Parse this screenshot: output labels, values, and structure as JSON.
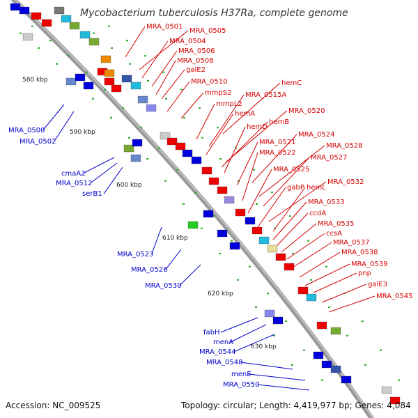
{
  "title": "Mycobacterium tuberculosis H37Ra, complete genome",
  "footer": {
    "accession": "Accession: NC_009525",
    "summary": "Topology: circular; Length: 4,419,977 bp; Genes: 4,084"
  },
  "kbp_ticks": [
    {
      "label": "580 kbp"
    },
    {
      "label": "590 kbp"
    },
    {
      "label": "600 kbp"
    },
    {
      "label": "610 kbp"
    },
    {
      "label": "620 kbp"
    },
    {
      "label": "630 kbp"
    }
  ],
  "labels_right": [
    "MRA_0501",
    "MRA_0505",
    "MRA_0504",
    "MRA_0506",
    "MRA_0508",
    "galE2",
    "MRA_0510",
    "hemC",
    "mmpS2",
    "MRA_0515A",
    "mmpL2",
    "hemA",
    "MRA_0520",
    "hemB",
    "hemD",
    "MRA_0524",
    "MRA_0521",
    "MRA_0528",
    "MRA_0522",
    "MRA_0527",
    "MRA_0525",
    "MRA_0532",
    "gabP",
    "hemL",
    "MRA_0533",
    "ccdA",
    "MRA_0535",
    "ccsA",
    "MRA_0537",
    "MRA_0538",
    "MRA_0539",
    "pnp",
    "galE3",
    "MRA_0545"
  ],
  "labels_left": [
    "MRA_0500",
    "MRA_0502",
    "cmaA2",
    "MRA_0512",
    "serB1",
    "MRA_0523",
    "MRA_0526",
    "MRA_0530",
    "fabH",
    "menA",
    "MRA_0544",
    "MRA_0548",
    "menE",
    "MRA_0550"
  ],
  "colors": {
    "forward_gene": "#ee0000",
    "reverse_gene": "#0000dd",
    "backbone": "#888888",
    "tick": "#22aa22",
    "label_right": "#d40000",
    "label_left": "#0000cc"
  }
}
